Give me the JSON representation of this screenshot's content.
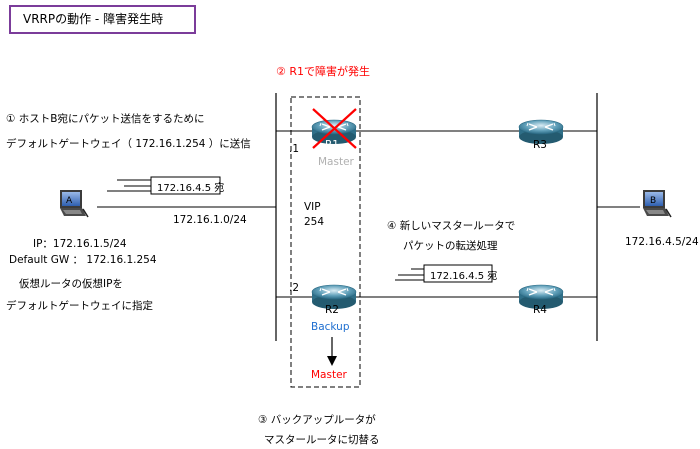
{
  "title": "VRRPの動作 - 障害発生時",
  "steps": {
    "step1_line1": "①  ホストB宛にパケット送信をするために",
    "step1_line2": "デフォルトゲートウェイ（ 172.16.1.254 ）に送信",
    "step2": "②  R1で障害が発生",
    "step3_line1": "③  バックアップルータが",
    "step3_line2": "マスタールータに切替る",
    "step4_line1": "④  新しいマスタールータで",
    "step4_line2": "パケットの転送処理"
  },
  "host_a": {
    "label": "A",
    "ip": "IP：172.16.1.5/24",
    "gw": "Default GW ： 172.16.1.254",
    "note_line1": "仮想ルータの仮想IPを",
    "note_line2": "デフォルトゲートウェイに指定"
  },
  "host_b": {
    "label": "B",
    "ip": "172.16.4.5/24"
  },
  "packet1": "172.16.4.5 宛",
  "packet2": "172.16.4.5 宛",
  "network_left": "172.16.1.0/24",
  "vip_line1": "VIP",
  "vip_line2": "254",
  "routers": {
    "r1": {
      "label": "R1",
      "if": ".1",
      "role": "Master"
    },
    "r2": {
      "label": "R2",
      "if": ".2",
      "role_old": "Backup",
      "role_new": "Master"
    },
    "r3": {
      "label": "R3"
    },
    "r4": {
      "label": "R4"
    }
  },
  "colors": {
    "title_border": "#7b3c9a",
    "failure": "#ff0000",
    "backup": "#1f6fd0",
    "master_dim": "#b0b0b0"
  }
}
